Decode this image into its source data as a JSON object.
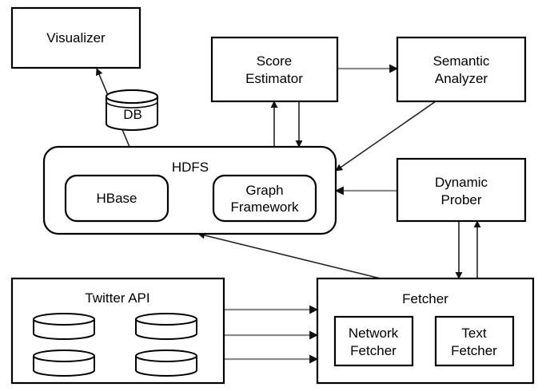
{
  "nodes": {
    "visualizer": "Visualizer",
    "db": "DB",
    "score_estimator": [
      "Score",
      "Estimator"
    ],
    "semantic_analyzer": [
      "Semantic",
      "Analyzer"
    ],
    "hdfs": "HDFS",
    "hbase": "HBase",
    "graph_framework": [
      "Graph",
      "Framework"
    ],
    "dynamic_prober": [
      "Dynamic",
      "Prober"
    ],
    "twitter_api": "Twitter API",
    "fetcher": "Fetcher",
    "network_fetcher": [
      "Network",
      "Fetcher"
    ],
    "text_fetcher": [
      "Text",
      "Fetcher"
    ]
  },
  "edges": [
    {
      "from": "db",
      "to": "visualizer"
    },
    {
      "from": "hdfs",
      "to": "score_estimator"
    },
    {
      "from": "score_estimator",
      "to": "hdfs"
    },
    {
      "from": "score_estimator",
      "to": "semantic_analyzer"
    },
    {
      "from": "semantic_analyzer",
      "to": "hdfs"
    },
    {
      "from": "dynamic_prober",
      "to": "hdfs"
    },
    {
      "from": "fetcher",
      "to": "hdfs"
    },
    {
      "from": "fetcher",
      "to": "dynamic_prober"
    },
    {
      "from": "dynamic_prober",
      "to": "fetcher"
    },
    {
      "from": "twitter_api",
      "to": "fetcher"
    },
    {
      "from": "twitter_api",
      "to": "fetcher"
    },
    {
      "from": "twitter_api",
      "to": "fetcher"
    }
  ]
}
